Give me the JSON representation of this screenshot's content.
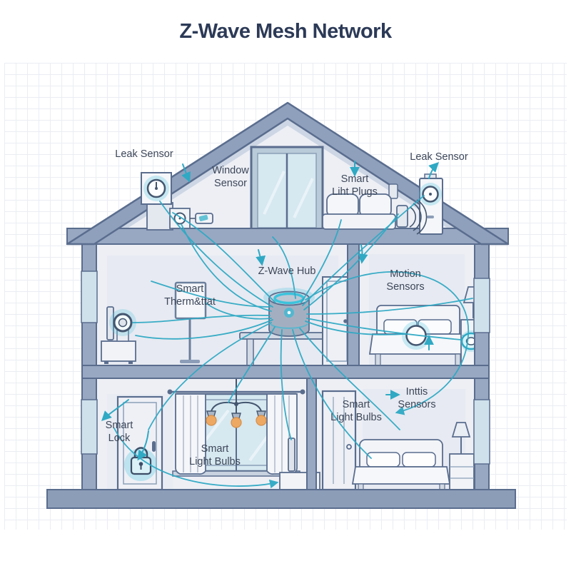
{
  "title": "Z-Wave Mesh Network",
  "colors": {
    "title_navy": "#2c3a57",
    "structure_slate": "#98a8c2",
    "structure_outline": "#5a6d8e",
    "interior": "#edeff5",
    "window_glass": "#d6e8f0",
    "connection_teal": "#2fa9c4",
    "device_glow": "rgba(88,199,224,0.3)",
    "bulb_orange": "#eda963"
  },
  "labels": {
    "leak_sensor_left": "Leak Sensor",
    "window_sensor": {
      "line1": "Window",
      "line2": "Sensor"
    },
    "leak_sensor_right": "Leak Sensor",
    "smart_plugs": {
      "line1": "Smart",
      "line2": "Liht Plugs"
    },
    "zwave_hub": "Z-Wave Hub",
    "motion_sensors": {
      "line1": "Motion",
      "line2": "Sensors"
    },
    "thermostat": {
      "line1": "Smart",
      "line2": "Therm&ttat"
    },
    "smart_lock": {
      "line1": "Smart",
      "line2": "Lock"
    },
    "light_bulbs_window": {
      "line1": "Smart",
      "line2": "Light Bulbs"
    },
    "light_bulbs_door": {
      "line1": "Smart",
      "line2": "Light Bulbs"
    },
    "inttis_sensors": {
      "line1": "Inttis",
      "line2": "Sensors"
    }
  }
}
